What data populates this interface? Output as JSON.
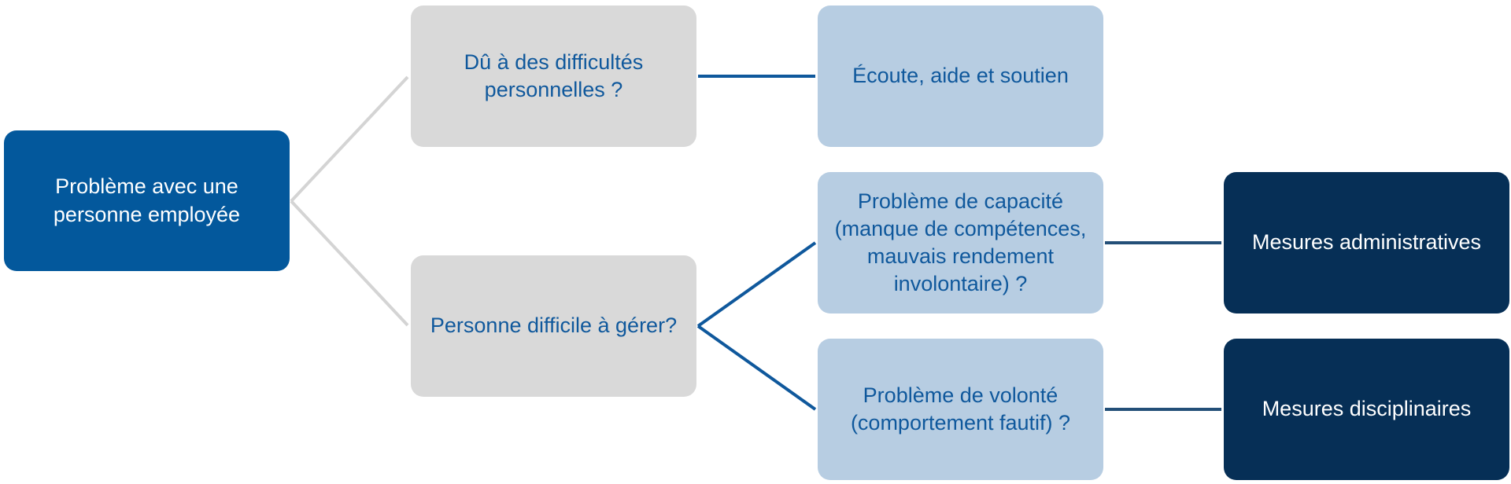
{
  "diagram": {
    "root": {
      "label": "Problème avec une\npersonne employée"
    },
    "questions": [
      {
        "label": "Dû à des difficultés\npersonnelles ?"
      },
      {
        "label": "Personne difficile à gérer?"
      }
    ],
    "responses": [
      {
        "label": "Écoute, aide et soutien"
      },
      {
        "label": "Problème de capacité\n(manque de compétences,\nmauvais rendement\ninvolontaire) ?"
      },
      {
        "label": "Problème de volonté\n(comportement fautif) ?"
      }
    ],
    "measures": [
      {
        "label": "Mesures administratives"
      },
      {
        "label": "Mesures disciplinaires"
      }
    ],
    "colors": {
      "root_fill": "#03589c",
      "question_fill": "#d9d9d9",
      "response_fill": "#b7cde2",
      "measure_fill": "#062f56",
      "blue_text": "#0f589c",
      "gray_connector": "#d4d4d4",
      "blue_connector": "#0f589c",
      "dark_connector": "#234f78"
    }
  }
}
